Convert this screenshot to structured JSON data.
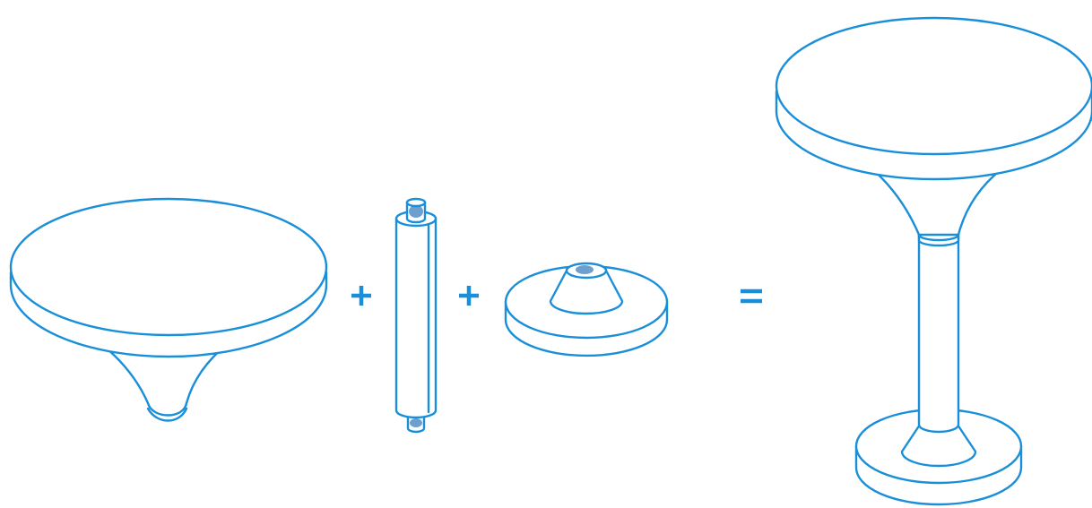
{
  "diagram": {
    "colors": {
      "line": "#1a8fd9",
      "shade": "#3c7fbf",
      "background": "#ffffff"
    },
    "parts": [
      {
        "id": "tabletop",
        "icon": "tabletop-icon"
      },
      {
        "id": "column",
        "icon": "column-icon"
      },
      {
        "id": "base",
        "icon": "base-icon"
      }
    ],
    "result": {
      "id": "assembled-table",
      "icon": "assembled-table-icon"
    },
    "operators": [
      "plus",
      "plus",
      "equals"
    ]
  }
}
